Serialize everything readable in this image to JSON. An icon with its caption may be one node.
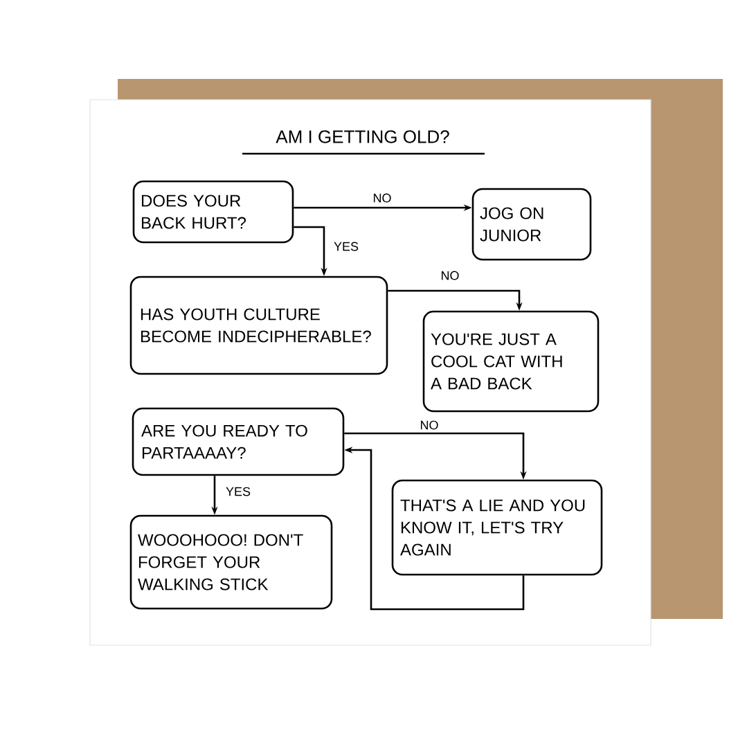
{
  "diagram": {
    "title": "AM I GETTING OLD?",
    "nodes": [
      {
        "text": [
          "DOES YOUR BACK HURT?"
        ]
      },
      {
        "text": [
          "JOG ON JUNIOR"
        ]
      },
      {
        "text": [
          "HAS YOUTH CULTURE BECOME INDECIPHERABLE?"
        ]
      },
      {
        "text": [
          "YOU'RE JUST A COOL CAT WITH A BAD BACK"
        ]
      },
      {
        "text": [
          "ARE YOU READY TO PARTAAAAY?"
        ]
      },
      {
        "text": [
          "THAT'S A LIE AND YOU KNOW IT, LET'S TRY AGAIN"
        ]
      },
      {
        "text": [
          "WOOOHOOO! DON'T FORGET YOUR WALKING STICK"
        ]
      }
    ],
    "edges": [
      {
        "from": 0,
        "to": 1,
        "label": "NO",
        "arrow": "to"
      },
      {
        "from": 0,
        "to": 2,
        "label": "YES",
        "arrow": "to"
      },
      {
        "from": 2,
        "to": 3,
        "label": "NO",
        "arrow": "to"
      },
      {
        "from": 4,
        "to": 6,
        "label": "YES",
        "arrow": "to"
      },
      {
        "from": 4,
        "to": 5,
        "label": "NO",
        "arrow": "to"
      },
      {
        "from": 5,
        "to": 4,
        "arrow": "to"
      }
    ]
  }
}
